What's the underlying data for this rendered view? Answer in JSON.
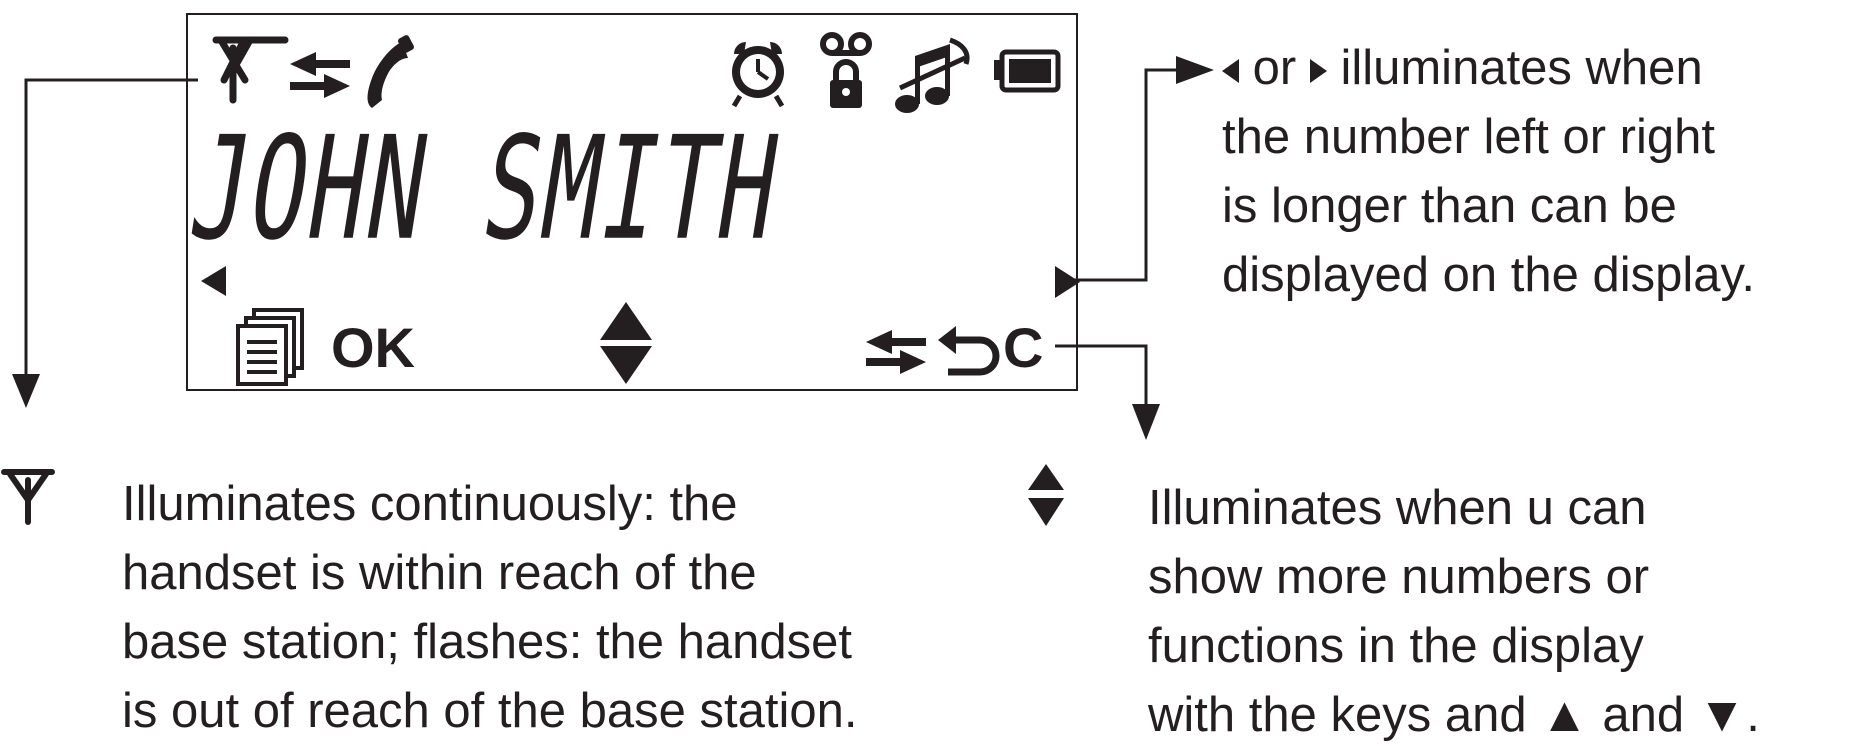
{
  "display": {
    "name_text": "JOHN SMITH",
    "ok_label": "OK",
    "c_label": "C"
  },
  "icons": {
    "antenna": "antenna-icon",
    "transfer": "transfer-arrows-icon",
    "handset": "phone-handset-icon",
    "alarm": "alarm-clock-icon",
    "voicemail_lock": "voicemail-lock-icon",
    "ringer_off": "ringer-off-icon",
    "battery": "battery-icon",
    "phonebook": "phonebook-icon",
    "scroll_updown": "scroll-up-down-icon",
    "back": "back-arrow-icon",
    "scroll_left": "left-triangle-icon",
    "scroll_right": "right-triangle-icon"
  },
  "annotations": {
    "right_top": {
      "prefix": "",
      "middle": "or",
      "line1_rest": "illuminates when",
      "line2": "the number left or right",
      "line3": "is longer than can be",
      "line4": "displayed on the display."
    },
    "antenna_desc": {
      "line1": "Illuminates continuously: the",
      "line2": "handset is within reach of the",
      "line3": "base station; flashes: the handset",
      "line4": "is out of reach of the base station."
    },
    "scroll_desc": {
      "line1": "Illuminates when u can",
      "line2": "show more numbers or",
      "line3": "functions in the display",
      "line4_a": "with the keys and",
      "line4_b": "and",
      "up_glyph": "▲",
      "down_glyph": "▼",
      "end": "."
    }
  },
  "colors": {
    "ink": "#231f20",
    "background": "#ffffff"
  }
}
